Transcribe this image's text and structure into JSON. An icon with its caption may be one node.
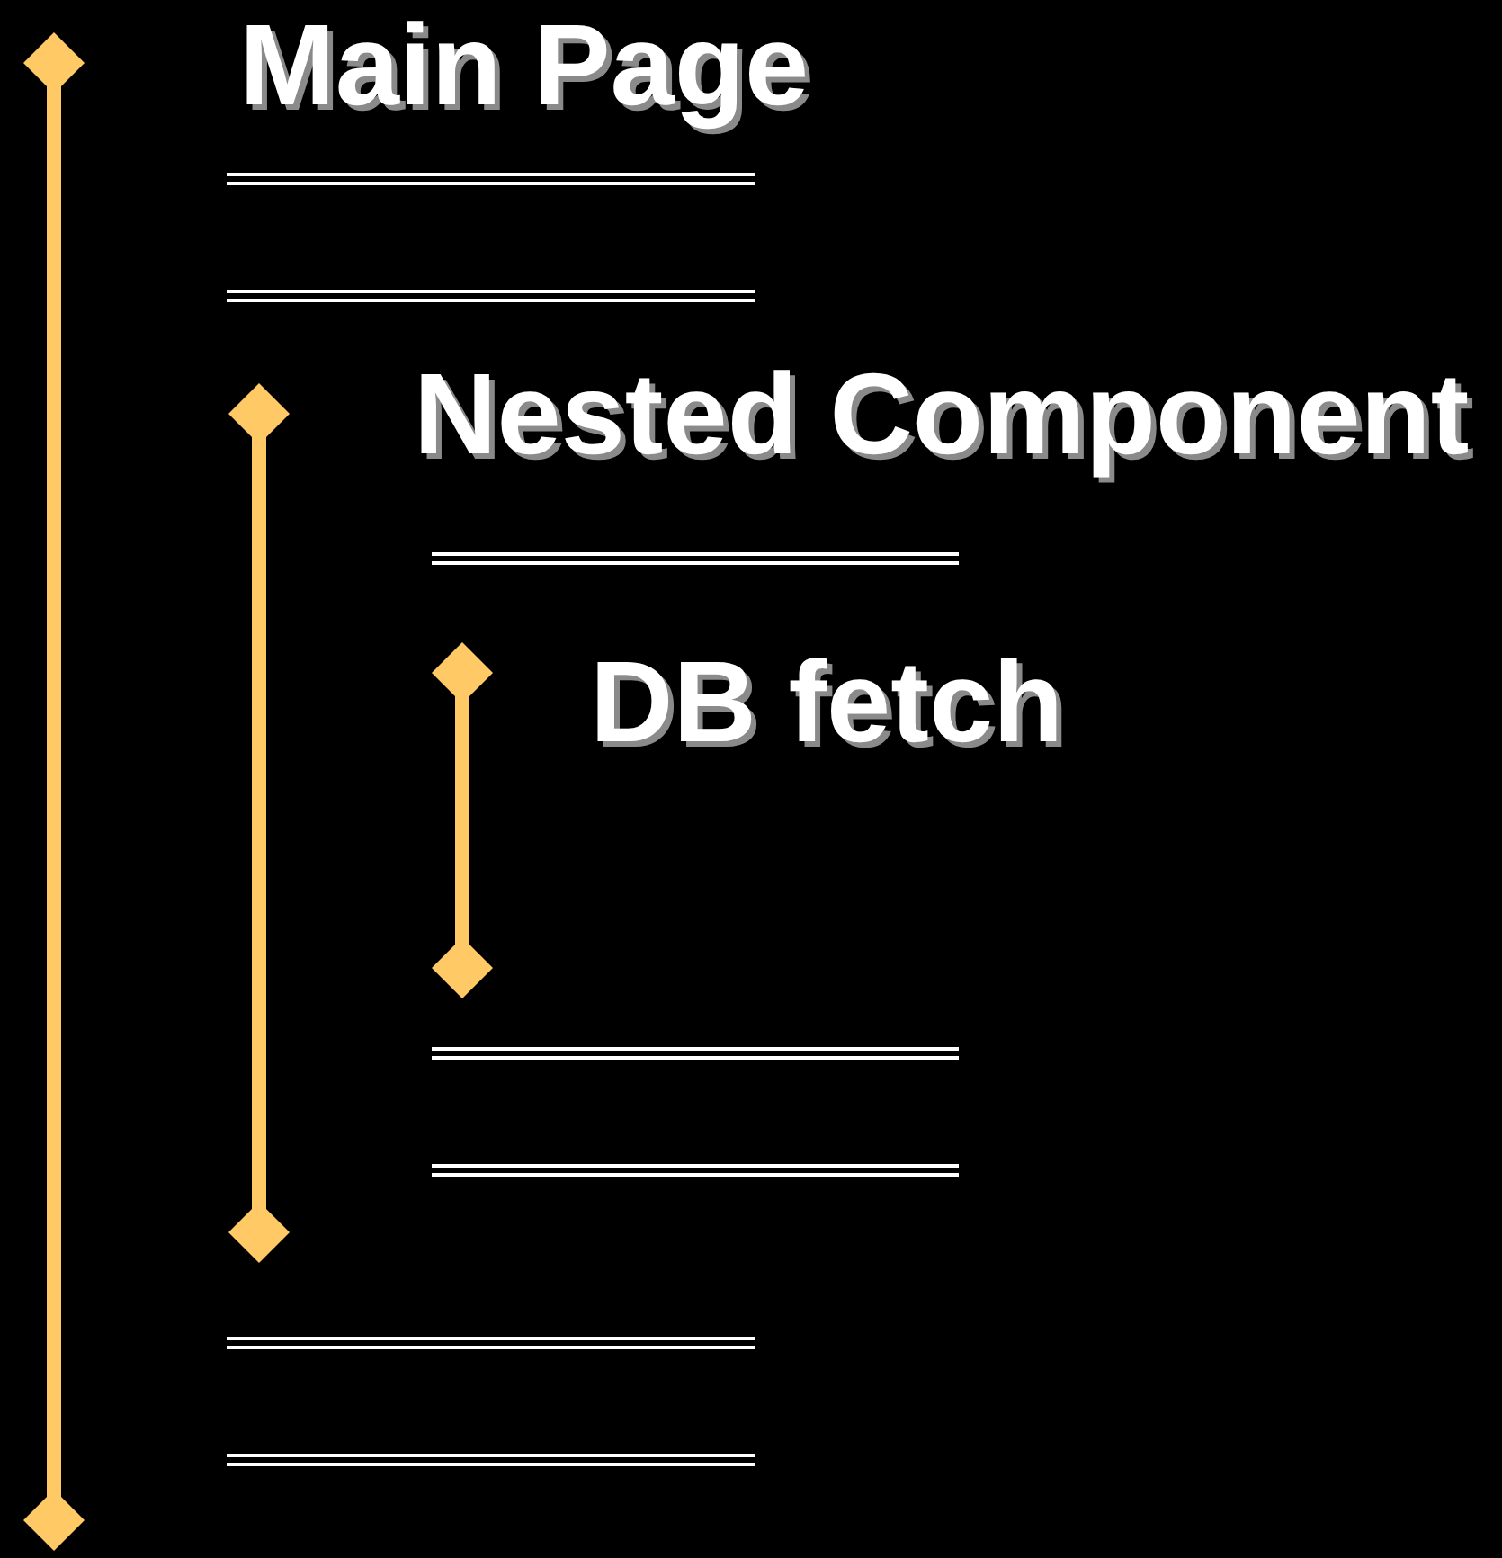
{
  "diagram": {
    "labels": [
      "Main Page",
      "Nested Component",
      "DB fetch"
    ]
  }
}
